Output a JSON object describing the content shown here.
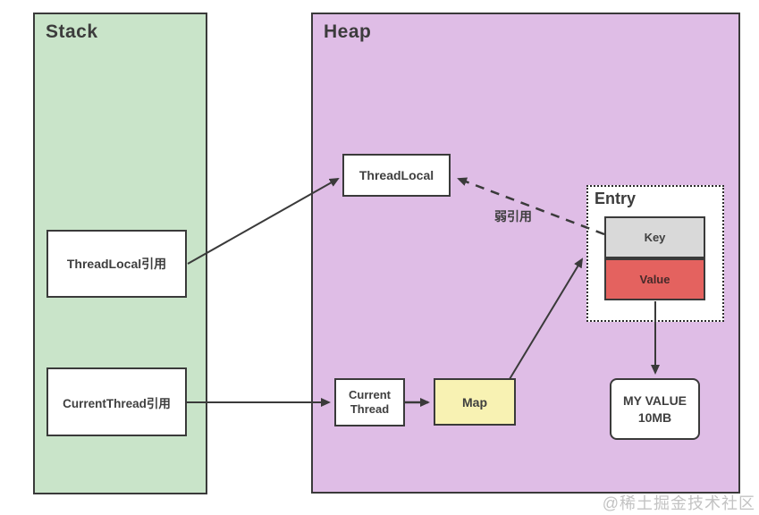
{
  "regions": {
    "stack": {
      "label": "Stack"
    },
    "heap": {
      "label": "Heap"
    }
  },
  "nodes": {
    "threadlocal": {
      "label": "ThreadLocal"
    },
    "threadlocal_ref": {
      "label": "ThreadLocal引用"
    },
    "currentthread_ref": {
      "label": "CurrentThread引用"
    },
    "current_thread": {
      "line1": "Current",
      "line2": "Thread"
    },
    "map": {
      "label": "Map"
    },
    "entry": {
      "title": "Entry",
      "key_label": "Key",
      "value_label": "Value"
    },
    "my_value": {
      "line1": "MY VALUE",
      "line2": "10MB"
    }
  },
  "edges": {
    "weak_ref_label": "弱引用"
  },
  "watermark": "@稀土掘金技术社区",
  "colors": {
    "stack_fill": "#c9e4c9",
    "heap_fill": "#dfbde6",
    "map_fill": "#f8f2b3",
    "key_fill": "#d9d9d9",
    "value_fill": "#e4625f",
    "line": "#3a3a3a"
  }
}
